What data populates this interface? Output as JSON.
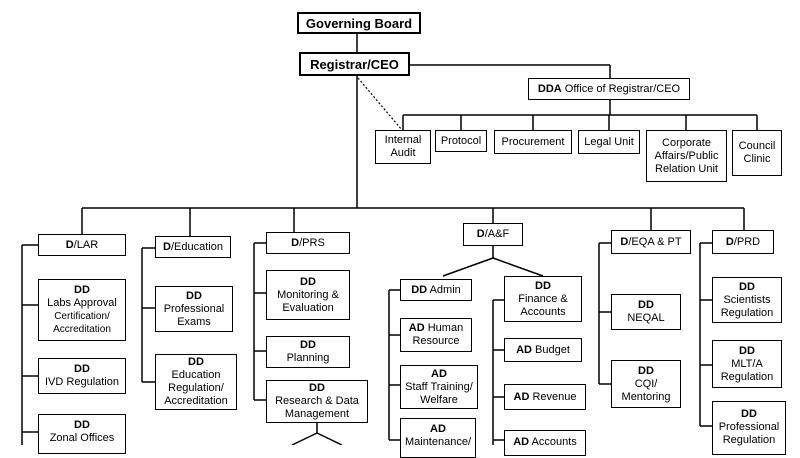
{
  "top": {
    "board": "Governing Board",
    "ceo": "Registrar/CEO",
    "dda_bold": "DDA",
    "dda_rest": " Office of Registrar/CEO"
  },
  "units": {
    "internal_audit": [
      "Internal",
      "Audit"
    ],
    "protocol": "Protocol",
    "procurement": "Procurement",
    "legal": "Legal Unit",
    "corporate": [
      "Corporate",
      "Affairs/Public",
      "Relation Unit"
    ],
    "council_clinic": [
      "Council",
      "Clinic"
    ]
  },
  "directorates": {
    "lar": {
      "prefix": "D",
      "name": "/LAR"
    },
    "education": {
      "prefix": "D",
      "name": "/Education"
    },
    "prs": {
      "prefix": "D",
      "name": "/PRS"
    },
    "af": {
      "prefix": "D",
      "name": "/A&F"
    },
    "eqa": {
      "prefix": "D",
      "name": "/EQA & PT"
    },
    "prd": {
      "prefix": "D",
      "name": "/PRD"
    }
  },
  "lar": {
    "labs_dd": "DD",
    "labs": [
      "Labs Approval",
      "Certification/",
      "Accreditation"
    ],
    "ivd_dd": "DD",
    "ivd": "IVD Regulation",
    "zonal_dd": "DD",
    "zonal": "Zonal Offices"
  },
  "education": {
    "pe_dd": "DD",
    "pe": [
      "Professional",
      "Exams"
    ],
    "era_dd": "DD",
    "era": [
      "Education",
      "Regulation/",
      "Accreditation"
    ]
  },
  "prs": {
    "me_dd": "DD",
    "me": [
      "Monitoring &",
      "Evaluation"
    ],
    "plan_dd": "DD",
    "plan": "Planning",
    "rdm_dd": "DD",
    "rdm": [
      "Research & Data",
      "Management"
    ]
  },
  "af": {
    "admin_dd": "DD",
    "admin": " Admin",
    "hr_ad": "AD",
    "hr": [
      " Human",
      "Resource"
    ],
    "st_ad": "AD",
    "st": [
      "Staff Training/",
      "Welfare"
    ],
    "maint_ad": "AD",
    "maint": "Maintenance/",
    "fin_dd": "DD",
    "fin": [
      "Finance &",
      "Accounts"
    ],
    "budget_ad": "AD",
    "budget": " Budget",
    "revenue_ad": "AD",
    "revenue": " Revenue",
    "accounts_ad": "AD",
    "accounts": " Accounts"
  },
  "eqa": {
    "neqal_dd": "DD",
    "neqal": "NEQAL",
    "cqi_dd": "DD",
    "cqi": [
      "CQI/",
      "Mentoring"
    ]
  },
  "prd": {
    "sr_dd": "DD",
    "sr": [
      "Scientists",
      "Regulation"
    ],
    "mlt_dd": "DD",
    "mlt": [
      "MLT/A",
      "Regulation"
    ],
    "pr_dd": "DD",
    "pr": [
      "Professional",
      "Regulation"
    ]
  }
}
